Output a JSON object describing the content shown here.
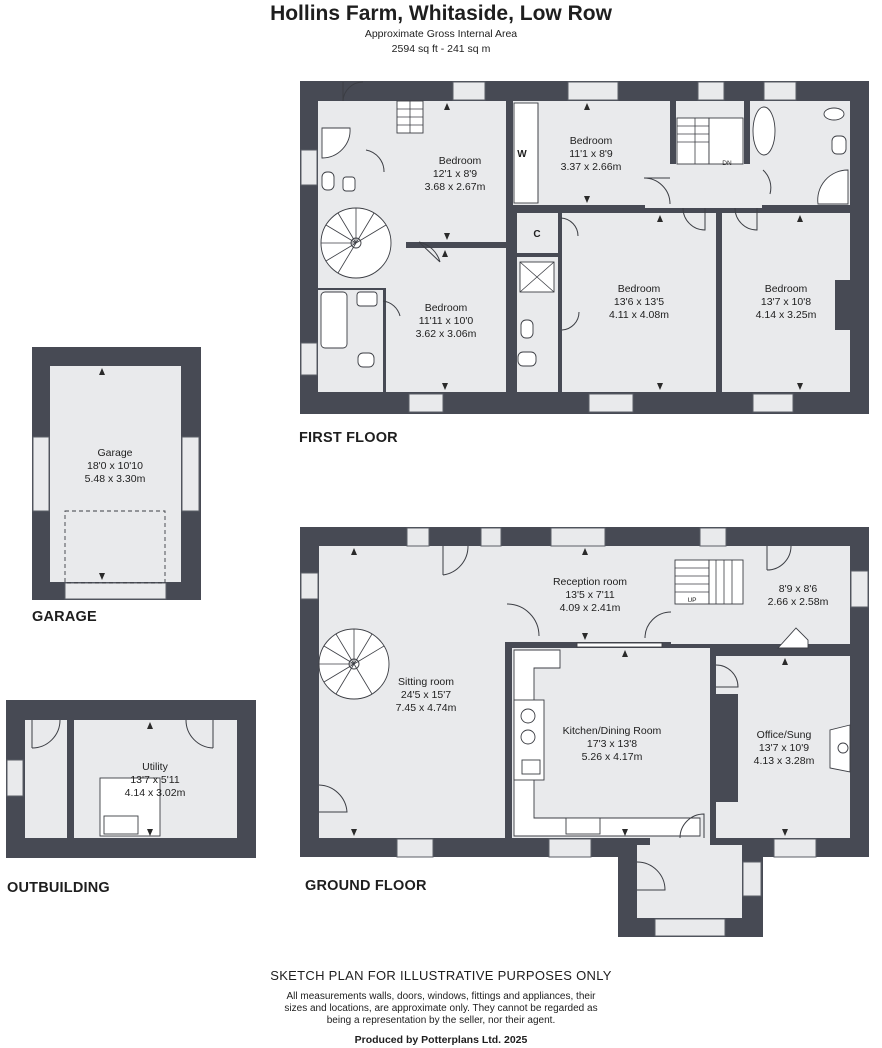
{
  "header": {
    "title": "Hollins Farm, Whitaside, Low Row",
    "subtitle": "Approximate Gross Internal Area",
    "area": "2594 sq ft - 241 sq m"
  },
  "floor_labels": {
    "first": "FIRST FLOOR",
    "garage": "GARAGE",
    "outbuilding": "OUTBUILDING",
    "ground": "GROUND FLOOR"
  },
  "rooms": {
    "ff_bed1": {
      "name": "Bedroom",
      "imperial": "12'1 x 8'9",
      "metric": "3.68 x 2.67m"
    },
    "ff_bed2": {
      "name": "Bedroom",
      "imperial": "11'1 x 8'9",
      "metric": "3.37 x 2.66m"
    },
    "ff_bed3": {
      "name": "Bedroom",
      "imperial": "11'11 x 10'0",
      "metric": "3.62 x 3.06m"
    },
    "ff_bed4": {
      "name": "Bedroom",
      "imperial": "13'6 x 13'5",
      "metric": "4.11 x 4.08m"
    },
    "ff_bed5": {
      "name": "Bedroom",
      "imperial": "13'7 x 10'8",
      "metric": "4.14 x 3.25m"
    },
    "garage": {
      "name": "Garage",
      "imperial": "18'0 x 10'10",
      "metric": "5.48 x 3.30m"
    },
    "utility": {
      "name": "Utility",
      "imperial": "13'7 x 5'11",
      "metric": "4.14 x 3.02m"
    },
    "sitting": {
      "name": "Sitting room",
      "imperial": "24'5 x 15'7",
      "metric": "7.45 x 4.74m"
    },
    "reception": {
      "name": "Reception room",
      "imperial": "13'5 x 7'11",
      "metric": "4.09 x 2.41m"
    },
    "small_room": {
      "name": "",
      "imperial": "8'9 x 8'6",
      "metric": "2.66 x 2.58m"
    },
    "kitchen": {
      "name": "Kitchen/Dining Room",
      "imperial": "17'3 x 13'8",
      "metric": "5.26 x 4.17m"
    },
    "office": {
      "name": "Office/Sung",
      "imperial": "13'7 x 10'9",
      "metric": "4.13 x 3.28m"
    }
  },
  "small_labels": {
    "wardrobe": "W",
    "cupboard": "C",
    "stairs_down": "DN",
    "stairs_up": "UP"
  },
  "footer": {
    "notice": "SKETCH PLAN FOR ILLUSTRATIVE PURPOSES ONLY",
    "disclaimer_1": "All measurements walls, doors, windows, fittings and appliances, their",
    "disclaimer_2": "sizes and locations, are approximate only. They cannot be regarded as",
    "disclaimer_3": "being a representation by the seller, nor their agent.",
    "credit": "Produced by Potterplans Ltd. 2025"
  },
  "colors": {
    "wall": "#474a54",
    "floor": "#e9eaec",
    "background": "#ffffff"
  }
}
